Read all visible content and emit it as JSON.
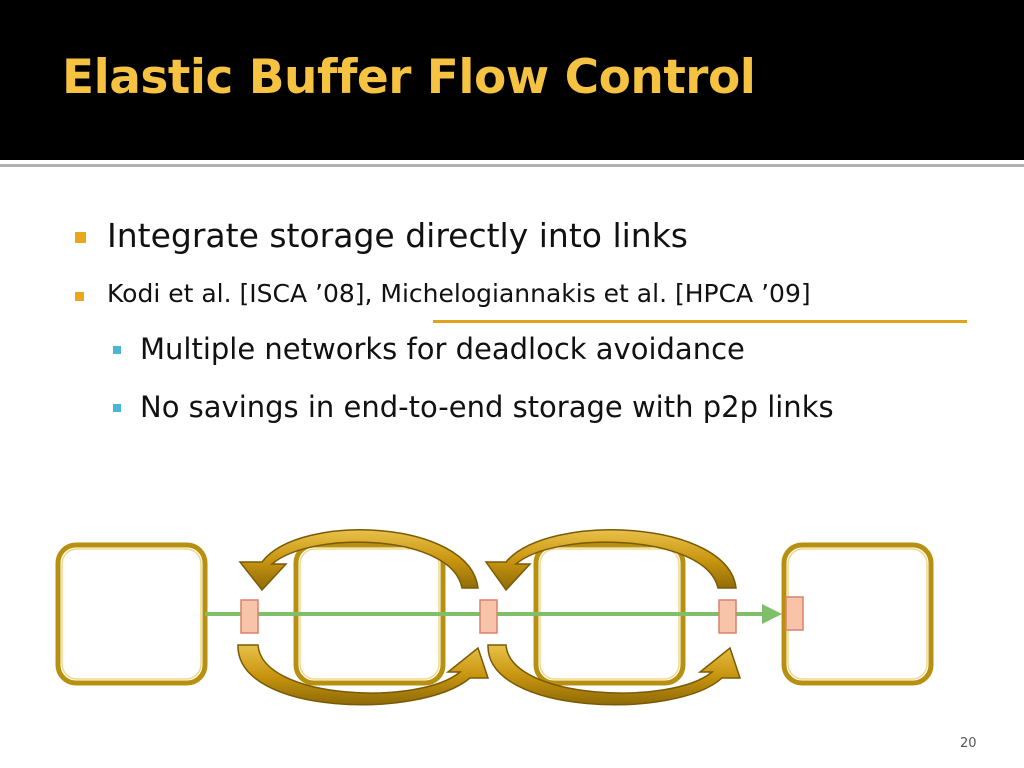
{
  "slide": {
    "title": "Elastic Buffer Flow Control",
    "bullets": [
      {
        "level": 1,
        "text": "Integrate storage directly into links"
      },
      {
        "level": 1,
        "text": "Kodi et al. [ISCA ’08], Michelogiannakis et al. [HPCA ’09]"
      },
      {
        "level": 2,
        "text": "Multiple networks for deadlock avoidance"
      },
      {
        "level": 2,
        "text": "No savings in end-to-end storage with p2p links"
      }
    ],
    "page_number": "20"
  },
  "colors": {
    "title_bar": "#000000",
    "title_text": "#f5c242",
    "level1_marker": "#e9a81c",
    "level2_marker": "#49b6d6",
    "citation_underline": "#e3a21b",
    "router_border": "#b8900f",
    "circulating_arrow": "#c7960f",
    "link_arrow": "#7fbf6a",
    "buffer_fill": "#f7c4aa",
    "buffer_border": "#d9826a"
  },
  "diagram": {
    "routers": 4,
    "buffers": 4,
    "circulating_arrow_pairs": 2
  }
}
